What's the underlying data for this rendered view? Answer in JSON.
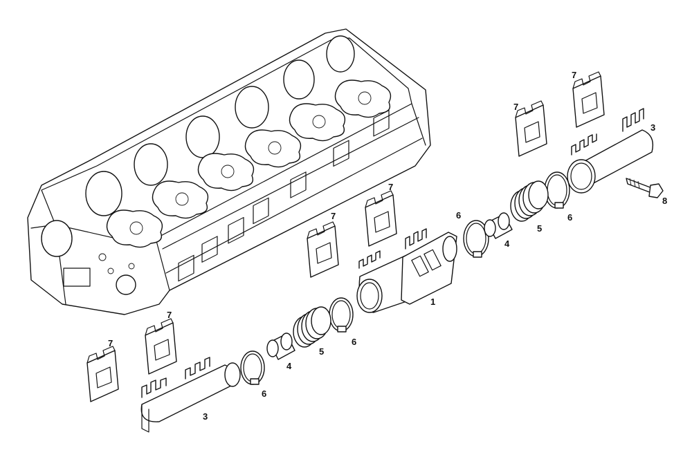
{
  "callouts": {
    "c1": "1",
    "c3a": "3",
    "c3b": "3",
    "c4a": "4",
    "c4b": "4",
    "c5a": "5",
    "c5b": "5",
    "c6a": "6",
    "c6b": "6",
    "c6c": "6",
    "c6d": "6",
    "c7a": "7",
    "c7b": "7",
    "c7c": "7",
    "c7d": "7",
    "c7e": "7",
    "c7f": "7",
    "c8": "8"
  },
  "colors": {
    "line": "#111111",
    "background": "#ffffff"
  }
}
